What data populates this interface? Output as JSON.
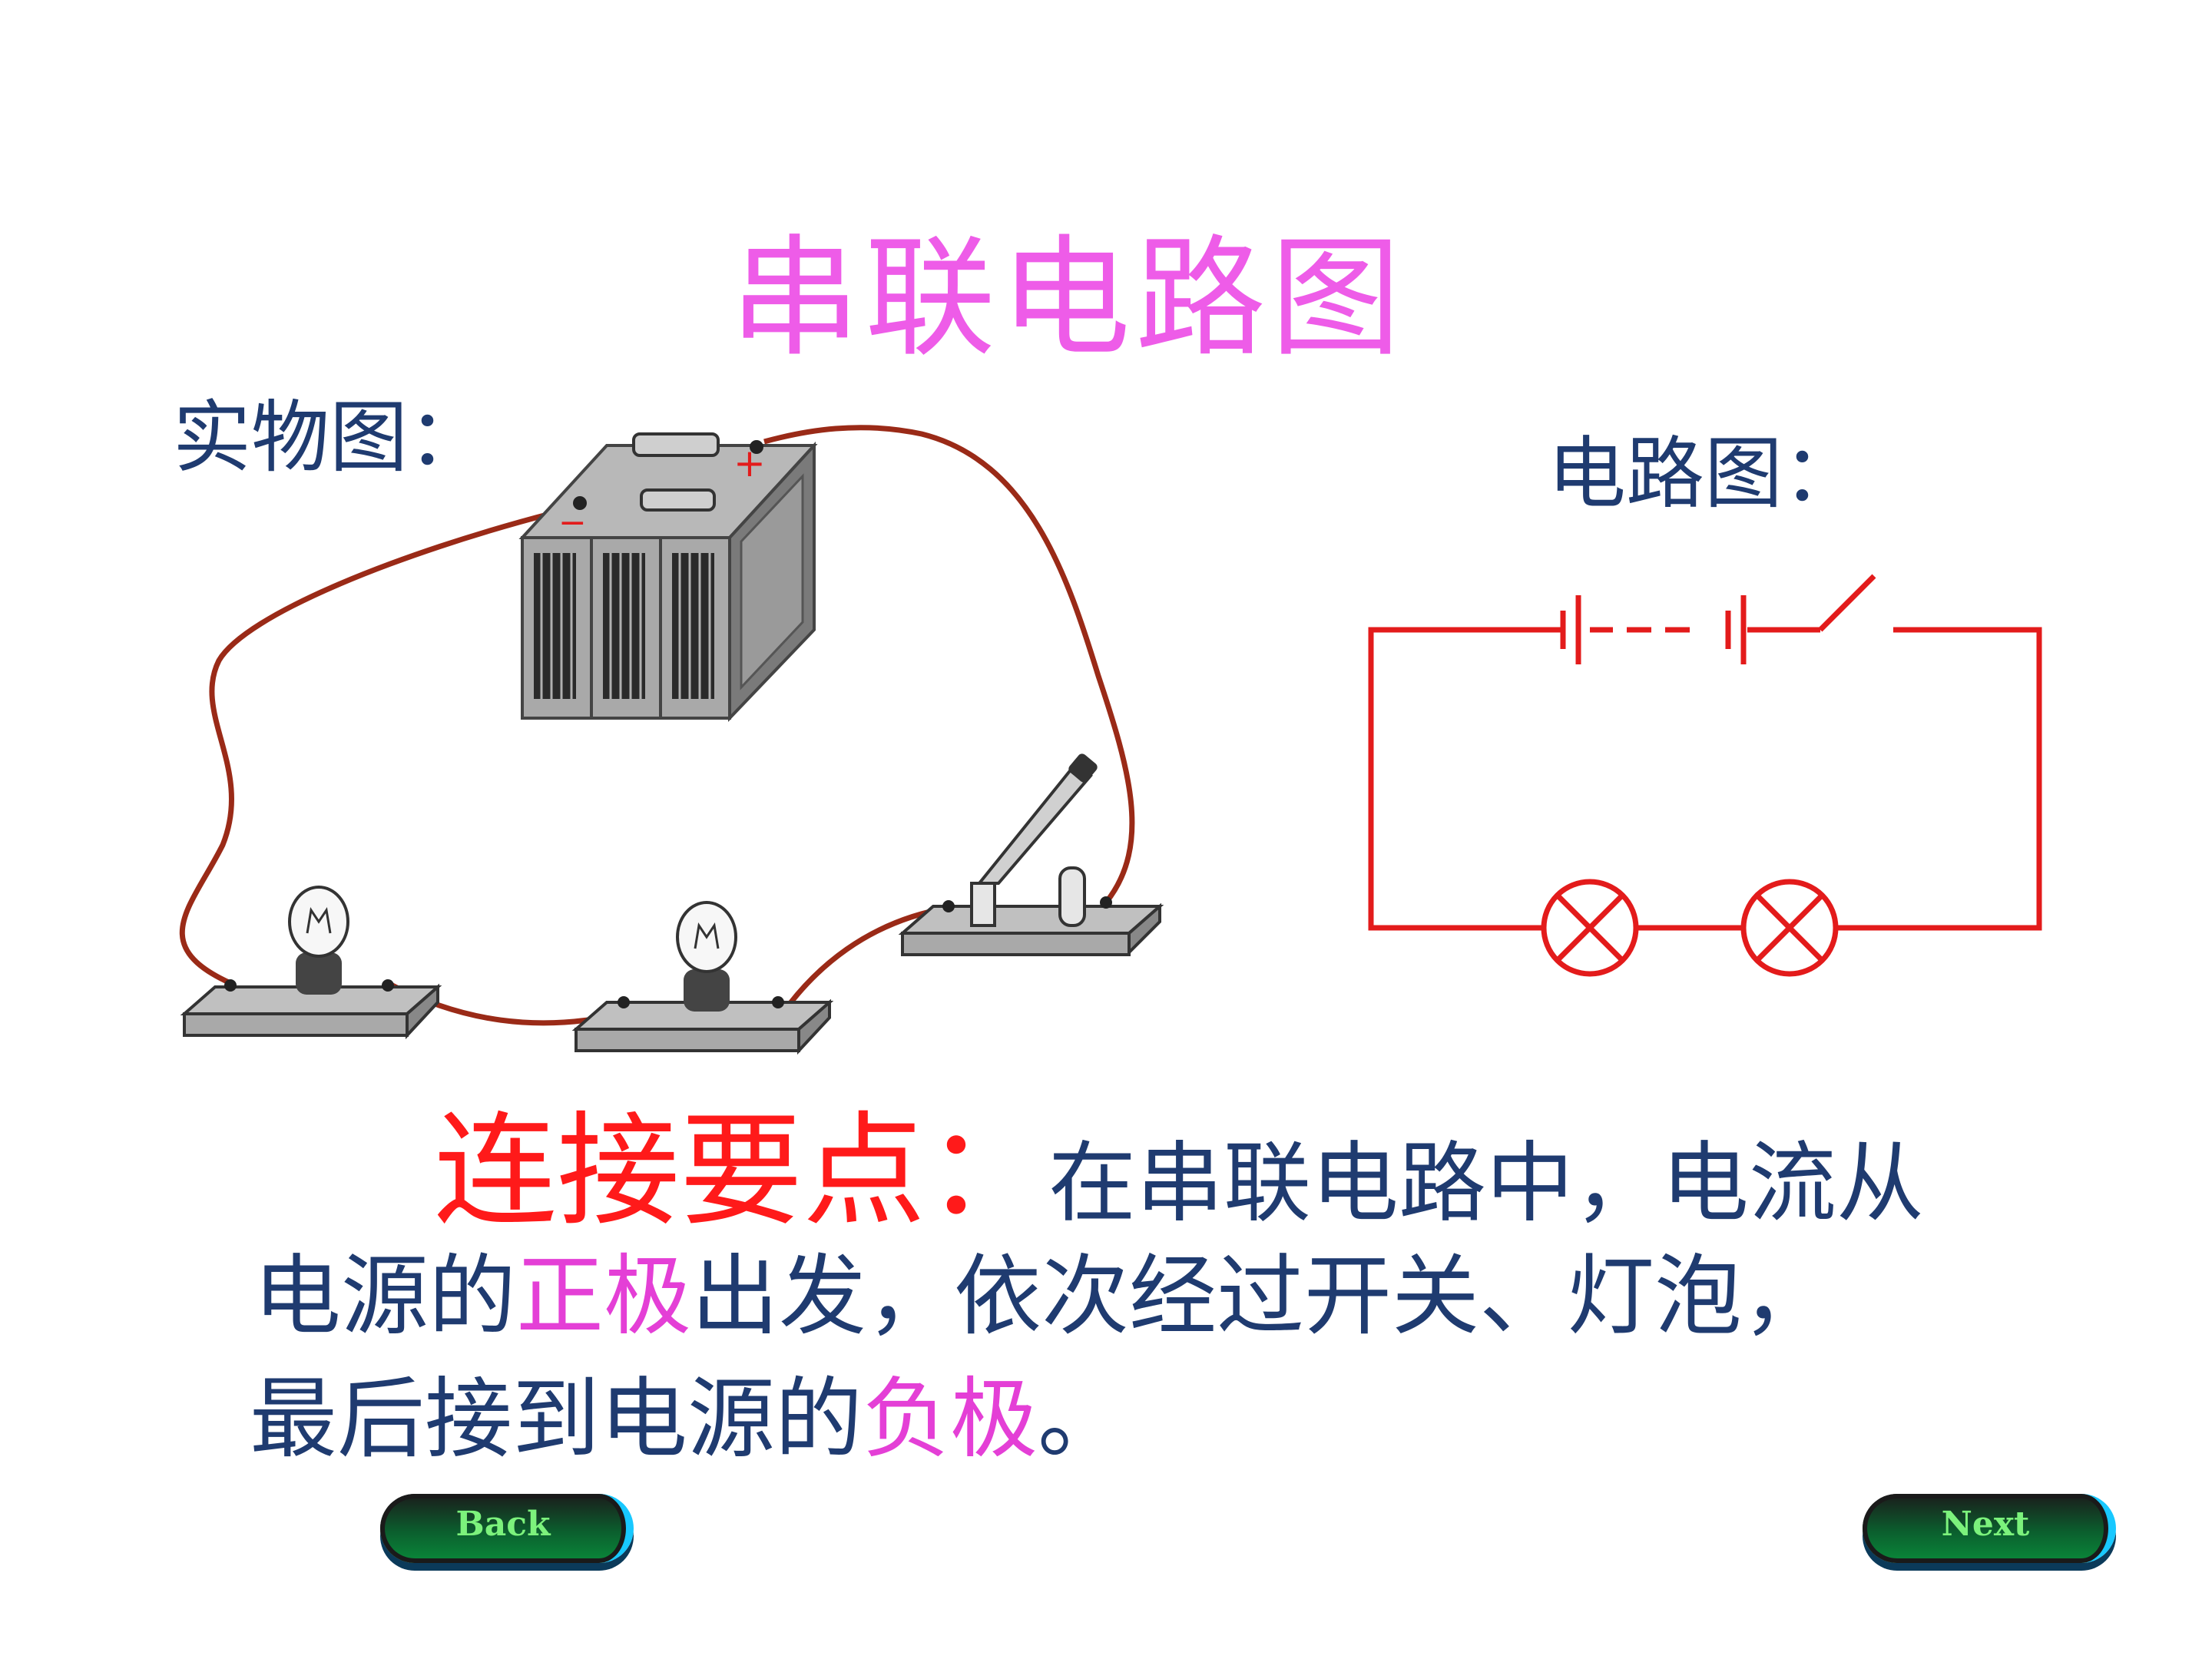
{
  "title": "串联电路图",
  "labels": {
    "physical": "实物图：",
    "schematic": "电路图："
  },
  "battery_marks": {
    "positive": "+",
    "negative": "−"
  },
  "paragraph": {
    "heading": "连接要点：",
    "line1_rest": "在串联电路中，电流从",
    "line2_a": "电源的",
    "line2_hl": "正极",
    "line2_b": "出发，依次经过开关、灯泡，",
    "line3_a": "最后接到电源的",
    "line3_hl": "负极",
    "line3_b": "。"
  },
  "buttons": {
    "back": "Back",
    "next": "Next"
  },
  "colors": {
    "title": "#ee5ce8",
    "text": "#1f3b70",
    "key": "#ff1a1a",
    "highlight": "#e43fd6",
    "circuit": "#e31b1b",
    "wire": "#9a2a17"
  }
}
